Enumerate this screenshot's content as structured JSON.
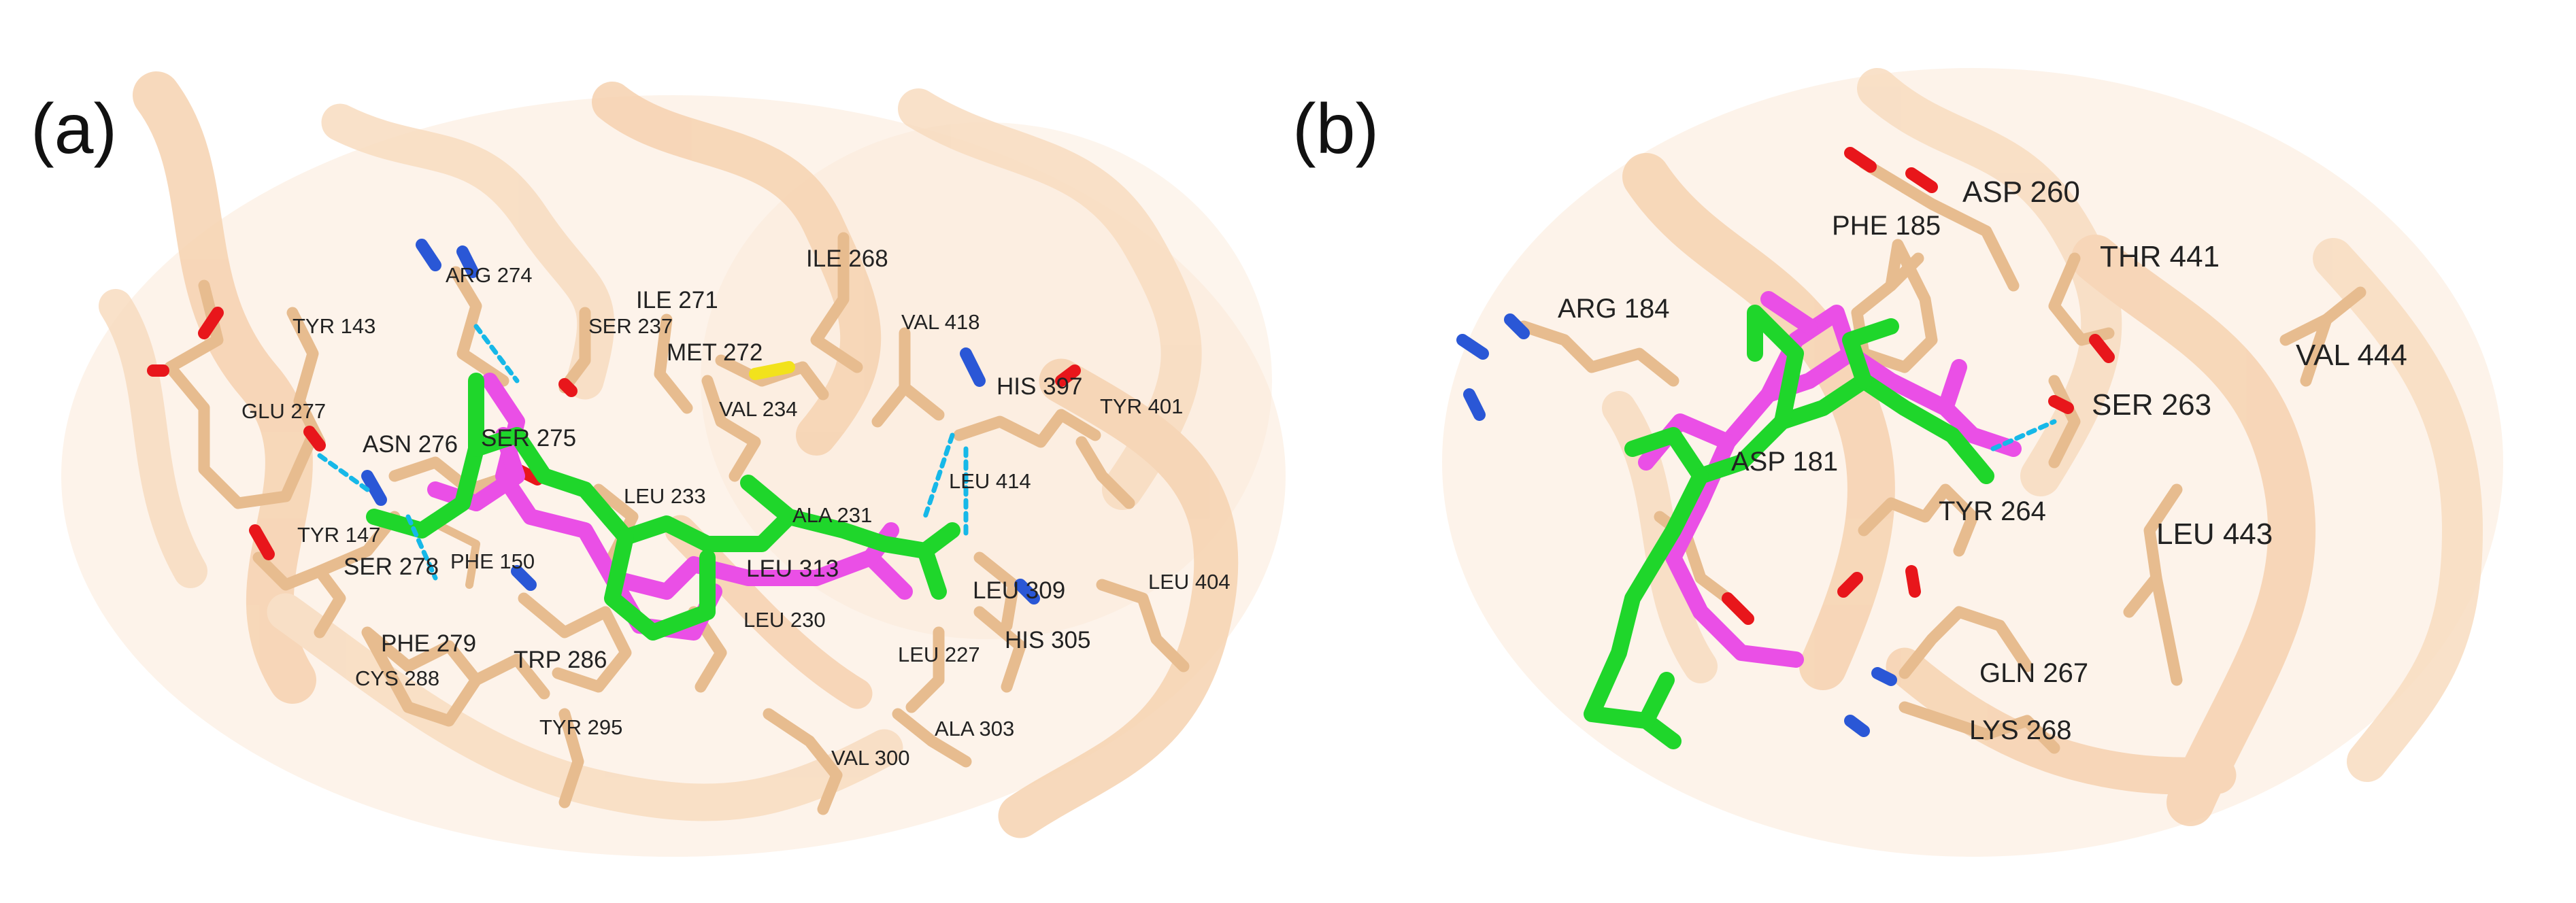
{
  "panels": [
    {
      "label": "(a)",
      "residues": [
        "ARG 274",
        "ILE 268",
        "ILE 271",
        "TYR 143",
        "SER 237",
        "MET 272",
        "VAL 418",
        "HIS 397",
        "TYR 401",
        "GLU 277",
        "ASN 276",
        "SER 275",
        "VAL 234",
        "LEU 414",
        "LEU 233",
        "ALA 231",
        "TYR 147",
        "SER 278",
        "PHE 150",
        "LEU 313",
        "LEU 309",
        "LEU 404",
        "LEU 230",
        "HIS 305",
        "PHE 279",
        "TRP 286",
        "LEU 227",
        "CYS 288",
        "TYR 295",
        "ALA 303",
        "VAL 300"
      ]
    },
    {
      "label": "(b)",
      "residues": [
        "ASP 260",
        "PHE 185",
        "THR 441",
        "ARG 184",
        "VAL 444",
        "SER 263",
        "ASP 181",
        "TYR 264",
        "LEU 443",
        "GLN 267",
        "LYS 268"
      ]
    }
  ],
  "colors": {
    "ligand_1": "#1fd62b",
    "ligand_2": "#ea4fe6",
    "protein_sticks": "#e7bc8f",
    "oxygen": "#e8161b",
    "nitrogen": "#2a57d6",
    "sulfur": "#f2e21c",
    "hydrogen_bond": "#16b8e8",
    "ribbon": "#f6d2b0"
  }
}
